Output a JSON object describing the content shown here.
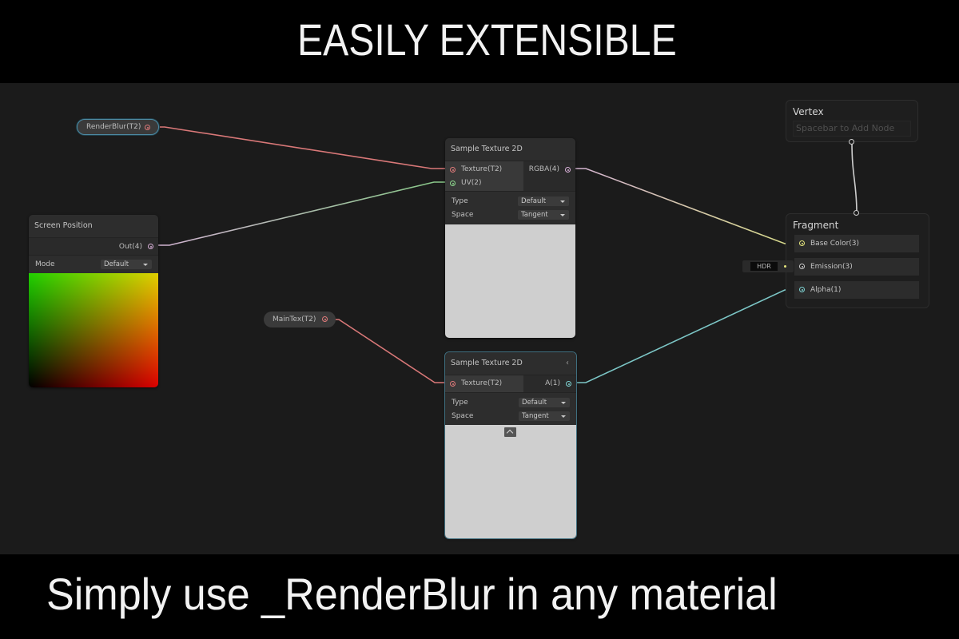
{
  "banner": {
    "title": "EASILY EXTENSIBLE",
    "caption": "Simply use _RenderBlur in any material"
  },
  "colors": {
    "graph_background": "#1b1b1b",
    "texture_port": "#e07a7a",
    "uv_port": "#8ed98e",
    "vector4_port": "#d9b0d9",
    "vector3_port": "#e4e57c",
    "vector1_port": "#7fd4d4",
    "selection_outline": "#4d8aa3"
  },
  "properties": [
    {
      "id": "render_blur",
      "label": "RenderBlur(T2)",
      "selected": true
    },
    {
      "id": "main_tex",
      "label": "MainTex(T2)",
      "selected": false
    }
  ],
  "nodes": {
    "screen_position": {
      "title": "Screen Position",
      "outputs": [
        {
          "label": "Out(4)",
          "type": "vector4"
        }
      ],
      "controls": [
        {
          "label": "Mode",
          "value": "Default"
        }
      ]
    },
    "sample_texture_top": {
      "title": "Sample Texture 2D",
      "inputs": [
        {
          "label": "Texture(T2)",
          "type": "texture"
        },
        {
          "label": "UV(2)",
          "type": "uv"
        }
      ],
      "outputs": [
        {
          "label": "RGBA(4)",
          "type": "vector4"
        }
      ],
      "controls": [
        {
          "label": "Type",
          "value": "Default"
        },
        {
          "label": "Space",
          "value": "Tangent"
        }
      ]
    },
    "sample_texture_bottom": {
      "title": "Sample Texture 2D",
      "collapse_glyph": "‹",
      "inputs": [
        {
          "label": "Texture(T2)",
          "type": "texture"
        }
      ],
      "outputs": [
        {
          "label": "A(1)",
          "type": "vector1"
        }
      ],
      "controls": [
        {
          "label": "Type",
          "value": "Default"
        },
        {
          "label": "Space",
          "value": "Tangent"
        }
      ]
    }
  },
  "master": {
    "vertex": {
      "title": "Vertex",
      "placeholder": "Spacebar to Add Node"
    },
    "fragment": {
      "title": "Fragment",
      "slots": [
        {
          "label": "Base Color(3)",
          "type": "vector3"
        },
        {
          "label": "Emission(3)",
          "type": "vector3",
          "inline_field": "HDR"
        },
        {
          "label": "Alpha(1)",
          "type": "vector1"
        }
      ]
    }
  }
}
